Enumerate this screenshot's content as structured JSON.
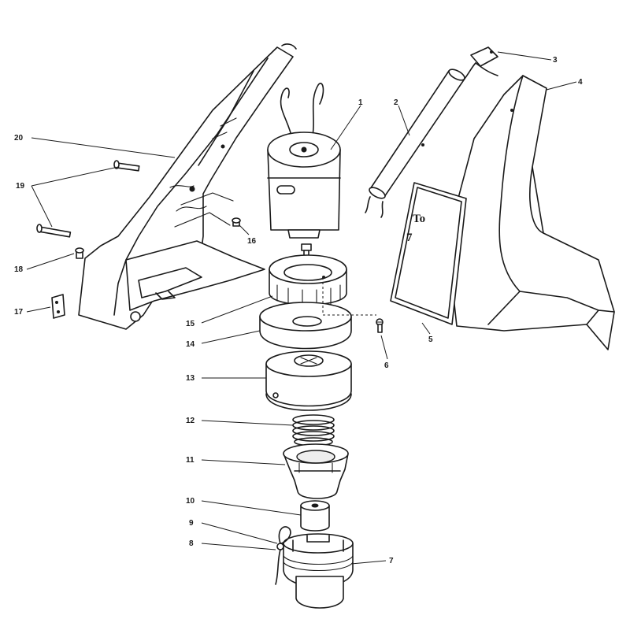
{
  "diagram": {
    "callouts": [
      {
        "id": "1",
        "text": "1"
      },
      {
        "id": "2",
        "text": "2"
      },
      {
        "id": "3",
        "text": "3"
      },
      {
        "id": "4",
        "text": "4"
      },
      {
        "id": "5",
        "text": "5"
      },
      {
        "id": "6",
        "text": "6"
      },
      {
        "id": "7",
        "text": "7"
      },
      {
        "id": "8",
        "text": "8"
      },
      {
        "id": "9",
        "text": "9"
      },
      {
        "id": "10",
        "text": "10"
      },
      {
        "id": "11",
        "text": "11"
      },
      {
        "id": "12",
        "text": "12"
      },
      {
        "id": "13",
        "text": "13"
      },
      {
        "id": "14",
        "text": "14"
      },
      {
        "id": "15",
        "text": "15"
      },
      {
        "id": "16",
        "text": "16"
      },
      {
        "id": "17",
        "text": "17"
      },
      {
        "id": "18",
        "text": "18"
      },
      {
        "id": "19",
        "text": "19"
      },
      {
        "id": "20",
        "text": "20"
      }
    ],
    "label_card": {
      "line1": "To",
      "line2": "7"
    }
  }
}
